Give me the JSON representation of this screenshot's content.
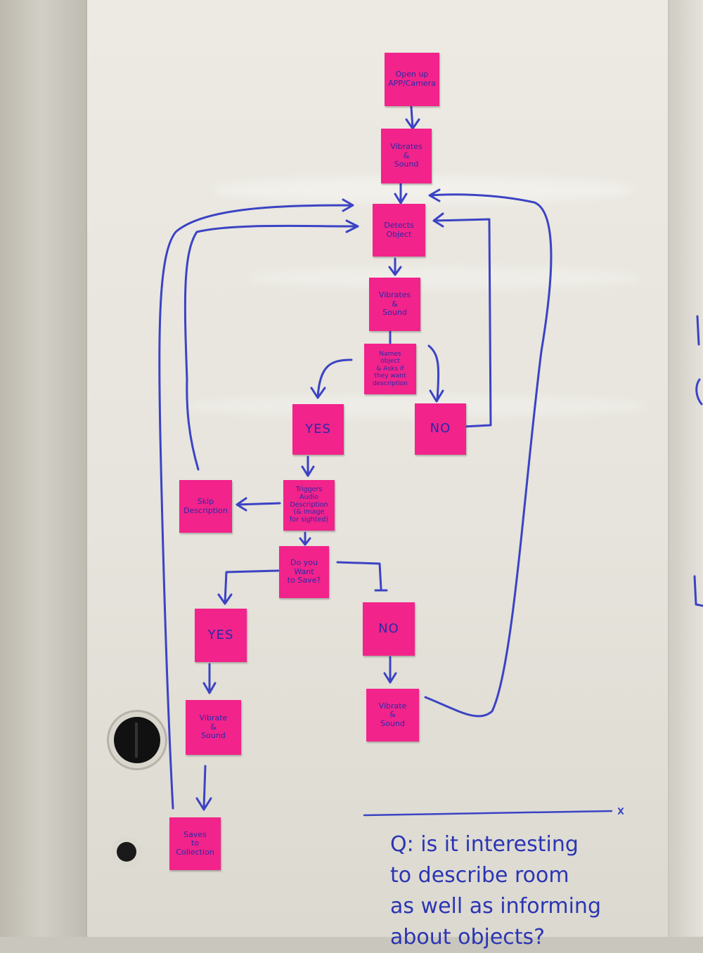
{
  "notes": {
    "open_app": "Open up\nAPP/Camera",
    "vibrates_sound_1": "Vibrates\n&\nSound",
    "detects_object": "Detects\nObject",
    "vibrates_sound_2": "Vibrates\n&\nSound",
    "names_object": "Names\nobject\n& Asks if\nthey want\ndescription",
    "yes_1": "YES",
    "no_1": "NO",
    "skip_description": "Skip\nDescription",
    "triggers_audio": "Triggers\nAudio\nDescription\n(& image\nfor sighted)",
    "want_to_save": "Do you\nWant\nto Save?",
    "yes_2": "YES",
    "no_2": "NO",
    "vibrate_sound_yes": "Vibrate\n&\nSound",
    "vibrate_sound_no": "Vibrate\n&\nSound",
    "saves_collection": "Saves\nto\nCollection"
  },
  "question": "Q: is it interesting\nto describe room\nas well as informing\nabout objects?",
  "colors": {
    "sticky_note": "#f2238b",
    "marker": "#3b43c4",
    "whiteboard": "#e8e6df"
  }
}
